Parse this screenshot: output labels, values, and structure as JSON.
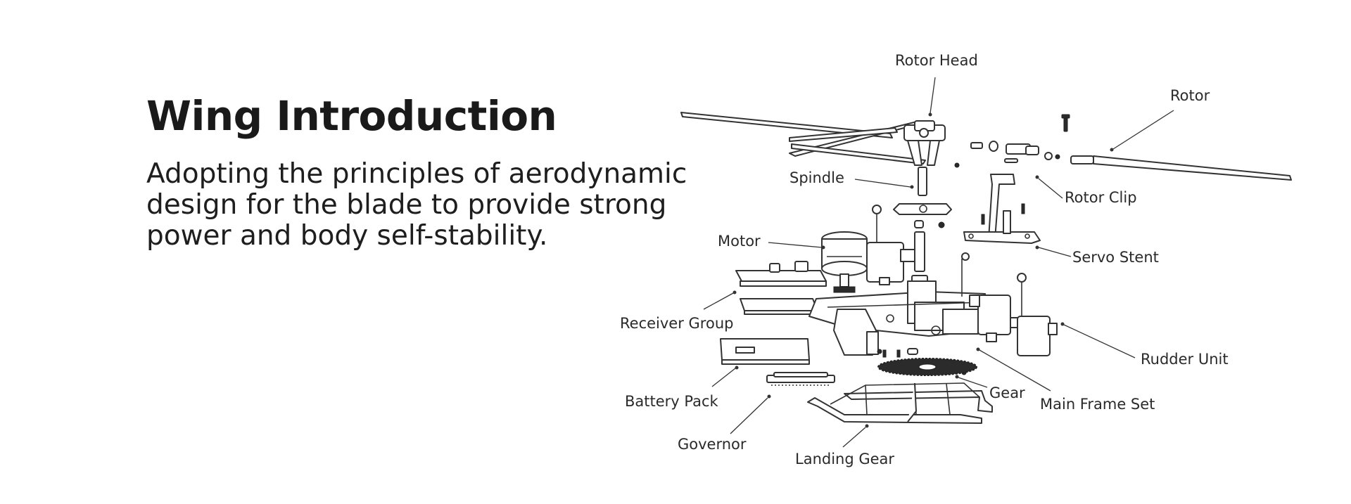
{
  "heading": "Wing Introduction",
  "description": "Adopting the principles of aerodynamic design for the blade to provide strong power and body self-stability.",
  "labels": {
    "rotor_head": "Rotor Head",
    "rotor": "Rotor",
    "spindle": "Spindle",
    "rotor_clip": "Rotor Clip",
    "motor": "Motor",
    "servo_stent": "Servo Stent",
    "receiver_group": "Receiver Group",
    "rudder_unit": "Rudder Unit",
    "battery_pack": "Battery Pack",
    "gear": "Gear",
    "main_frame_set": "Main Frame Set",
    "governor": "Governor",
    "landing_gear": "Landing Gear"
  }
}
